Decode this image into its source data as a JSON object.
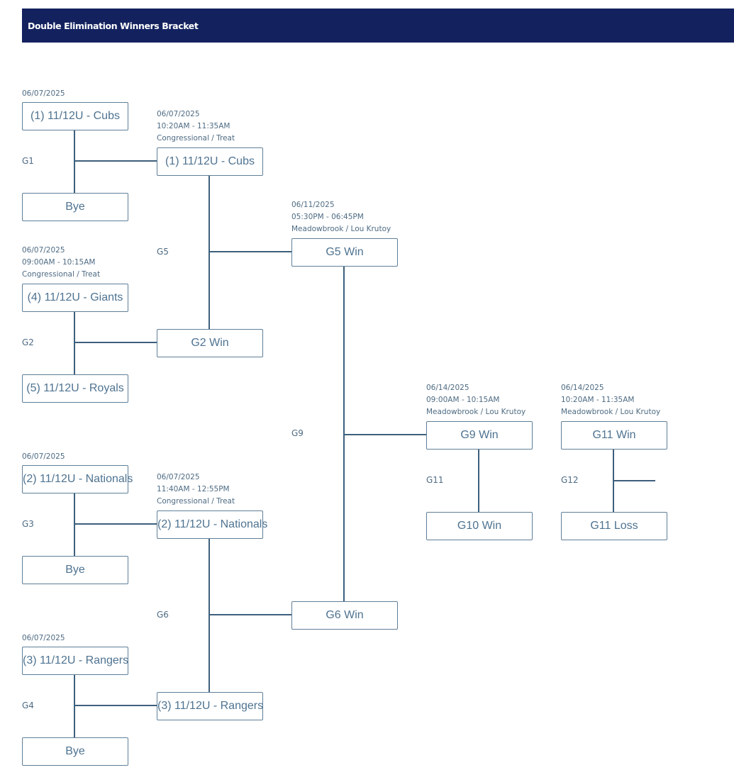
{
  "header": {
    "title": "Double Elimination Winners Bracket"
  },
  "round1": {
    "g1": {
      "label": "G1",
      "date": "06/07/2025",
      "top": "(1) 11/12U - Cubs",
      "bottom": "Bye"
    },
    "g2": {
      "label": "G2",
      "date": "06/07/2025",
      "time": "09:00AM - 10:15AM",
      "venue": "Congressional / Treat",
      "top": "(4) 11/12U - Giants",
      "bottom": "(5) 11/12U - Royals"
    },
    "g3": {
      "label": "G3",
      "date": "06/07/2025",
      "top": "(2) 11/12U - Nationals",
      "bottom": "Bye"
    },
    "g4": {
      "label": "G4",
      "date": "06/07/2025",
      "top": "(3) 11/12U - Rangers",
      "bottom": "Bye"
    }
  },
  "round2": {
    "g5": {
      "label": "G5",
      "date": "06/07/2025",
      "time": "10:20AM - 11:35AM",
      "venue": "Congressional / Treat",
      "top": "(1) 11/12U - Cubs",
      "bottom": "G2 Win"
    },
    "g6": {
      "label": "G6",
      "date": "06/07/2025",
      "time": "11:40AM - 12:55PM",
      "venue": "Congressional / Treat",
      "top": "(2) 11/12U - Nationals",
      "bottom": "(3) 11/12U - Rangers"
    }
  },
  "round3": {
    "g9": {
      "label": "G9",
      "date": "06/11/2025",
      "time": "05:30PM - 06:45PM",
      "venue": "Meadowbrook / Lou Krutoy",
      "top": "G5 Win",
      "bottom": "G6 Win"
    }
  },
  "round4": {
    "g11": {
      "label": "G11",
      "date": "06/14/2025",
      "time": "09:00AM - 10:15AM",
      "venue": "Meadowbrook / Lou Krutoy",
      "top": "G9 Win",
      "bottom": "G10 Win"
    }
  },
  "round5": {
    "g12": {
      "label": "G12",
      "date": "06/14/2025",
      "time": "10:20AM - 11:35AM",
      "venue": "Meadowbrook / Lou Krutoy",
      "top": "G11 Win",
      "bottom": "G11 Loss"
    }
  },
  "colors": {
    "header_bg": "#13225f",
    "header_text": "#ffffff",
    "team_text": "#4e7391",
    "border": "#5f7f98",
    "line": "#3d5f7c"
  }
}
